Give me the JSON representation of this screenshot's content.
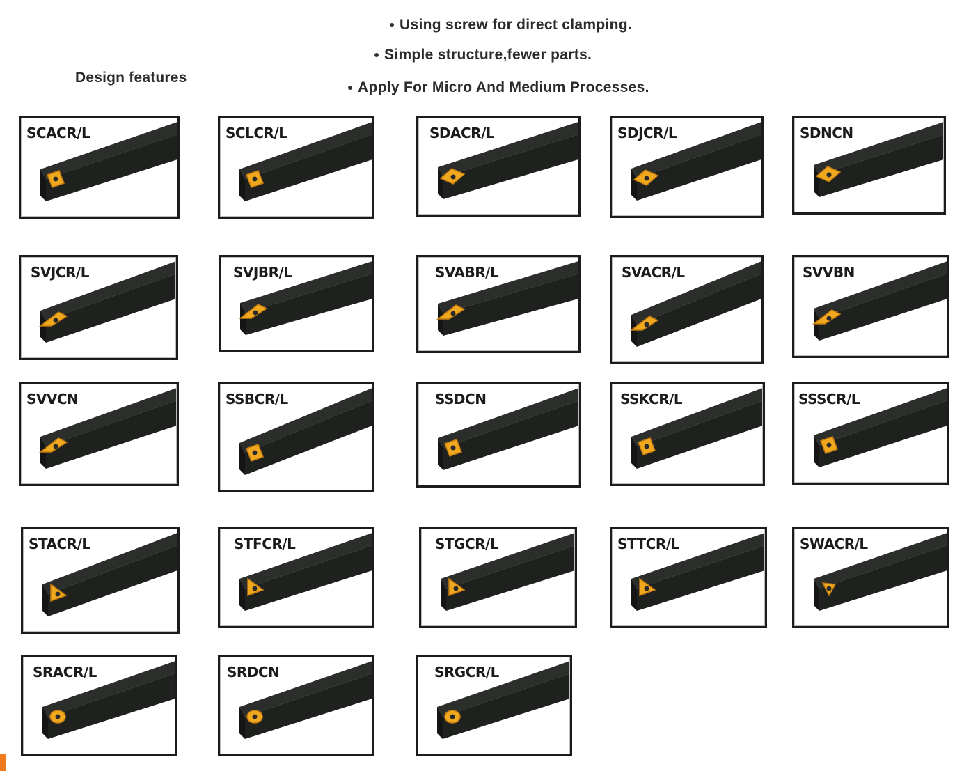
{
  "heading": "Design features",
  "features": [
    "Using screw for  direct clamping.",
    "Simple structure,fewer parts.",
    "Apply For Micro And Medium Processes."
  ],
  "colors": {
    "holder_body": "#1f211f",
    "holder_top": "#2c2e2c",
    "insert": "#f0a81e",
    "insert_dark": "#c27a10",
    "border": "#1c1c1c"
  },
  "tools": [
    {
      "code": "SCACR/L",
      "insert": "square-insert-icon"
    },
    {
      "code": "SCLCR/L",
      "insert": "square-insert-icon"
    },
    {
      "code": "SDACR/L",
      "insert": "diamond-insert-icon"
    },
    {
      "code": "SDJCR/L",
      "insert": "diamond-insert-icon"
    },
    {
      "code": "SDNCN",
      "insert": "diamond-insert-icon"
    },
    {
      "code": "SVJCR/L",
      "insert": "rhombic-insert-icon"
    },
    {
      "code": "SVJBR/L",
      "insert": "rhombic-insert-icon"
    },
    {
      "code": "SVABR/L",
      "insert": "rhombic-insert-icon"
    },
    {
      "code": "SVACR/L",
      "insert": "rhombic-insert-icon"
    },
    {
      "code": "SVVBN",
      "insert": "rhombic-insert-icon"
    },
    {
      "code": "SVVCN",
      "insert": "rhombic-insert-icon"
    },
    {
      "code": "SSBCR/L",
      "insert": "square-insert-icon"
    },
    {
      "code": "SSDCN",
      "insert": "square-insert-icon"
    },
    {
      "code": "SSKCR/L",
      "insert": "square-insert-icon"
    },
    {
      "code": "SSSCR/L",
      "insert": "square-insert-icon"
    },
    {
      "code": "STACR/L",
      "insert": "triangle-insert-icon"
    },
    {
      "code": "STFCR/L",
      "insert": "triangle-insert-icon"
    },
    {
      "code": "STGCR/L",
      "insert": "triangle-insert-icon"
    },
    {
      "code": "STTCR/L",
      "insert": "triangle-insert-icon"
    },
    {
      "code": "SWACR/L",
      "insert": "trigon-insert-icon"
    },
    {
      "code": "SRACR/L",
      "insert": "round-insert-icon"
    },
    {
      "code": "SRDCN",
      "insert": "round-insert-icon"
    },
    {
      "code": "SRGCR/L",
      "insert": "round-insert-icon"
    }
  ]
}
